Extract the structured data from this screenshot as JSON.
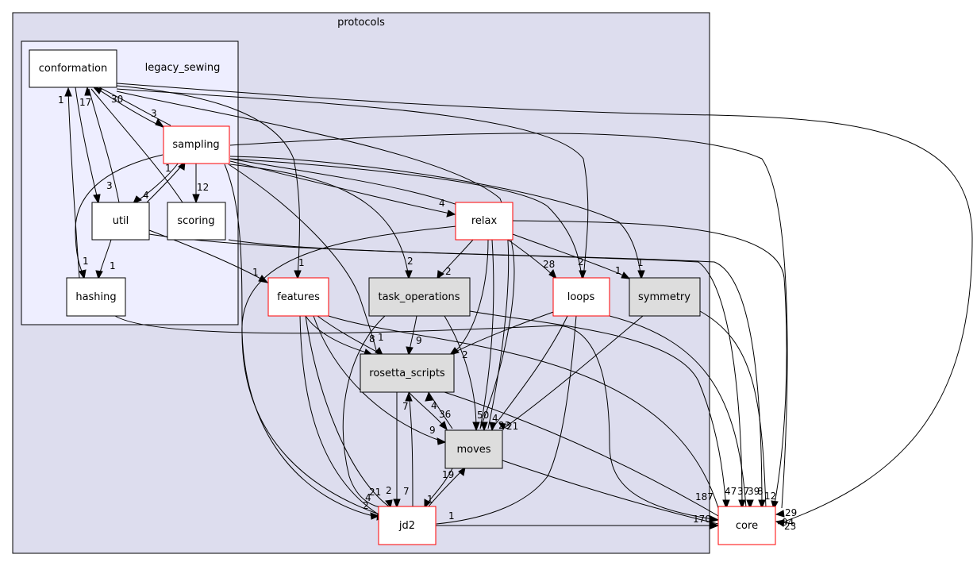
{
  "clusters": {
    "protocols": {
      "title": "protocols"
    },
    "legacy_sewing": {
      "title": "legacy_sewing"
    }
  },
  "nodes": {
    "conformation": "conformation",
    "sampling": "sampling",
    "util": "util",
    "scoring": "scoring",
    "hashing": "hashing",
    "features": "features",
    "relax": "relax",
    "task_operations": "task_operations",
    "loops": "loops",
    "symmetry": "symmetry",
    "rosetta_scripts": "rosetta_scripts",
    "moves": "moves",
    "jd2": "jd2",
    "core": "core"
  },
  "edge_labels": {
    "conf_sampling": "3",
    "conf_util": "3",
    "sampling_conf": "30",
    "util_conf": "17",
    "hashing_conf": "1",
    "sampling_util": "4",
    "util_sampling": "1",
    "sampling_scoring": "12",
    "sampling_relax": "4",
    "sampling_taskops": "2",
    "util_hashing": "1",
    "sampling_hashing": "1",
    "conf_features": "1",
    "util_features": "1",
    "sampling_loops": "2",
    "sampling_symmetry": "1",
    "relax_taskops": "2",
    "relax_loops": "28",
    "relax_symmetry": "1",
    "features_rs_8": "8",
    "features_rs_1": "1",
    "taskops_rs": "9",
    "loops_rs": "2",
    "rs_moves_36": "36",
    "rs_moves_4": "4",
    "features_moves": "9",
    "moves_rs_7": "7",
    "jd2_rs_7": "7",
    "moves_jd2_19": "19",
    "jd2_moves_1": "1",
    "features_jd2_21": "21",
    "features_jd2_2": "2",
    "sampling_jd2_4": "4",
    "relax_jd2_2": "2",
    "loops_jd2_1": "1",
    "moves_in_50": "50",
    "moves_in_4": "4",
    "moves_in_23": "23",
    "moves_in_21": "21",
    "jd2_core": "170",
    "core_in_187": "187",
    "core_in_47": "47",
    "core_in_37": "37",
    "core_in_39": "39",
    "core_in_8": "8",
    "core_in_12": "12",
    "core_in_29": "29",
    "core_in_94": "94",
    "core_in_23": "23"
  },
  "colors": {
    "protocols_fill": "#ddddee",
    "legacy_sewing_fill": "#eeeeff",
    "node_border_red": "#ff0000",
    "node_border_black": "#000000",
    "node_fill_white": "#ffffff",
    "node_fill_grey": "#dddddd"
  }
}
